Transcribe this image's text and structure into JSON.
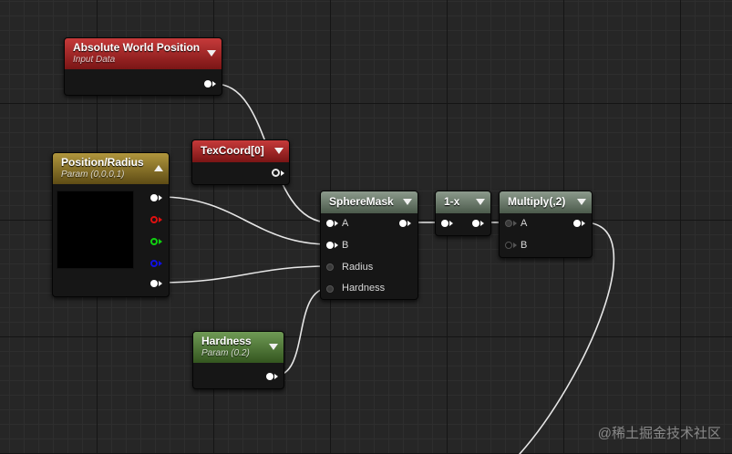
{
  "colors": {
    "canvas_bg": "#262626",
    "wire": "#e8e8e8",
    "header_red": "#b02a2a",
    "header_green": "#557a3d",
    "header_gray": "#6e7e6e",
    "header_gold": "#927a2c"
  },
  "nodes": {
    "absolute_world_position": {
      "title": "Absolute World Position",
      "subtitle": "Input Data",
      "icon": "chevron-down-icon"
    },
    "texcoord": {
      "title": "TexCoord[0]",
      "icon": "chevron-down-icon"
    },
    "position_radius": {
      "title": "Position/Radius",
      "subtitle": "Param (0,0,0,1)",
      "icon": "chevron-up-icon"
    },
    "spheremask": {
      "title": "SphereMask",
      "inputs": [
        "A",
        "B",
        "Radius",
        "Hardness"
      ],
      "icon": "chevron-down-icon"
    },
    "one_minus_x": {
      "title": "1-x",
      "icon": "chevron-down-icon"
    },
    "multiply": {
      "title": "Multiply(,2)",
      "inputs": [
        "A",
        "B"
      ],
      "icon": "chevron-down-icon"
    },
    "hardness": {
      "title": "Hardness",
      "subtitle": "Param (0.2)",
      "icon": "chevron-down-icon"
    }
  },
  "watermark": "@稀土掘金技术社区"
}
